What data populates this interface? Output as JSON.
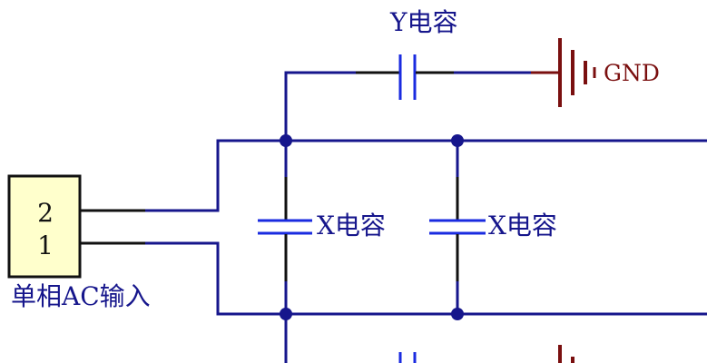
{
  "colors": {
    "wire": "#16168c",
    "lead": "#111111",
    "ground": "#7a0f0f",
    "connector_fill": "#ffffcc",
    "label_blue": "#16168c",
    "capacitor": "#1a2be0"
  },
  "labels": {
    "y_capacitor": "Y电容",
    "gnd": "GND",
    "x_capacitor_1": "X电容",
    "x_capacitor_2": "X电容",
    "connector_title": "单相AC输入"
  },
  "connector": {
    "pins": [
      "2",
      "1"
    ]
  }
}
